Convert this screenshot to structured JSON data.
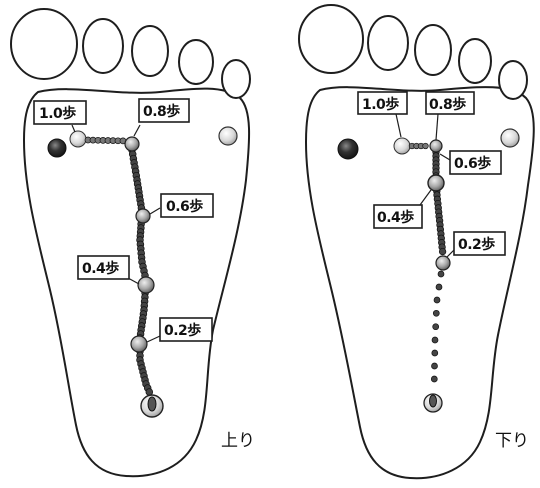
{
  "diagrams": [
    {
      "id": "left",
      "caption": "上り",
      "labels": [
        "1.0歩",
        "0.8歩",
        "0.6歩",
        "0.4歩",
        "0.2歩"
      ]
    },
    {
      "id": "right",
      "caption": "下り",
      "labels": [
        "1.0歩",
        "0.8歩",
        "0.6歩",
        "0.4歩",
        "0.2歩"
      ]
    }
  ],
  "colors": {
    "outline": "#1e1e1e",
    "dark_dot": "#444444",
    "ball_dark": "#2a2a2a",
    "ring_fill": "#c8c8c8"
  }
}
